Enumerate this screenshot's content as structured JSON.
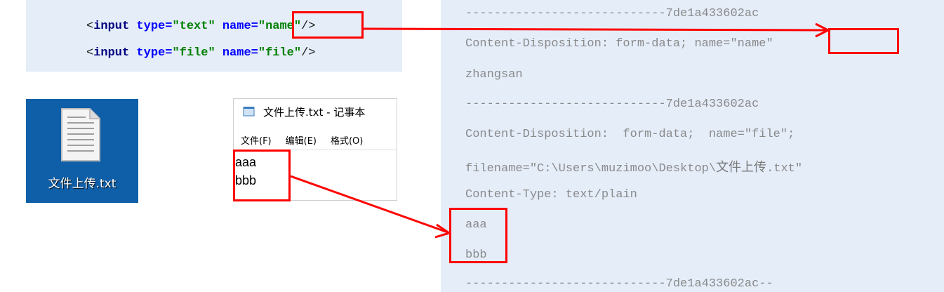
{
  "code": {
    "line1": {
      "open": "<",
      "kw": "input",
      "a1": "type=",
      "v1": "\"text\"",
      "a2": "name=",
      "v2": "\"name\"",
      "close": "/>"
    },
    "line2": {
      "open": "<",
      "kw": "input",
      "a1": "type=",
      "v1": "\"file\"",
      "a2": "name=",
      "v2": "\"file\"",
      "close": "/>"
    }
  },
  "desktop": {
    "filename": "文件上传.txt",
    "icon": "text-file-icon"
  },
  "notepad": {
    "title": "文件上传.txt - 记事本",
    "menu": [
      "文件(F)",
      "编辑(E)",
      "格式(O)"
    ],
    "content": [
      "aaa",
      "bbb"
    ]
  },
  "request": {
    "lines": [
      "----------------------------7de1a433602ac",
      "Content-Disposition: form-data; name=\"name\"",
      "zhangsan",
      "----------------------------7de1a433602ac",
      "Content-Disposition:  form-data;  name=\"file\";",
      "filename=\"C:\\Users\\muzimoo\\Desktop\\",
      "文件上传",
      ".txt\"",
      "Content-Type: text/plain",
      "aaa",
      "bbb",
      "----------------------------7de1a433602ac--"
    ]
  },
  "colors": {
    "highlight": "#ff0000",
    "panel": "#e5edf9",
    "desktop": "#0f5ea8"
  }
}
